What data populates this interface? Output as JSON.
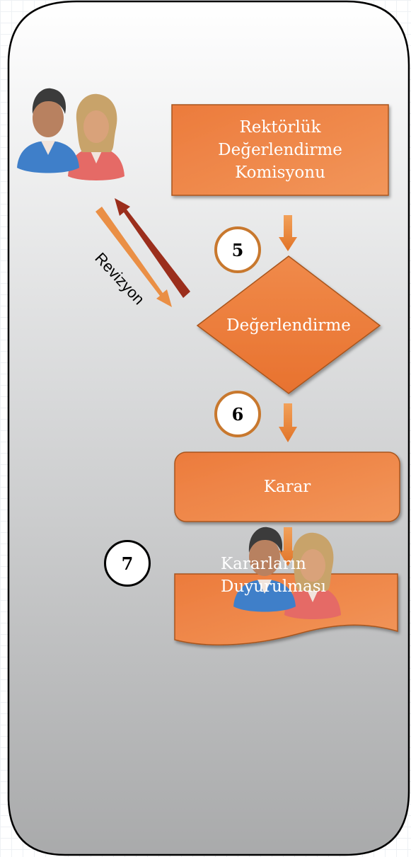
{
  "nodes": {
    "rectorate_commission": {
      "lines": [
        "Rektörlük",
        "Değerlendirme",
        "Komisyonu"
      ]
    },
    "evaluation": {
      "label": "Değerlendirme"
    },
    "decision": {
      "label": "Karar"
    },
    "announcement": {
      "lines": [
        "Kararların",
        "Duyurulması"
      ]
    }
  },
  "steps": {
    "s5": "5",
    "s6": "6",
    "s7": "7"
  },
  "revision_label": "Revizyon",
  "icons": {
    "people_top": "people-icon",
    "people_bottom": "people-icon"
  },
  "colors": {
    "shape_fill": "#ee8040",
    "shape_border": "#a8551f",
    "arrow_orange": "#e98a3b",
    "arrow_red": "#9b2e1c",
    "panel_border": "#000000"
  }
}
